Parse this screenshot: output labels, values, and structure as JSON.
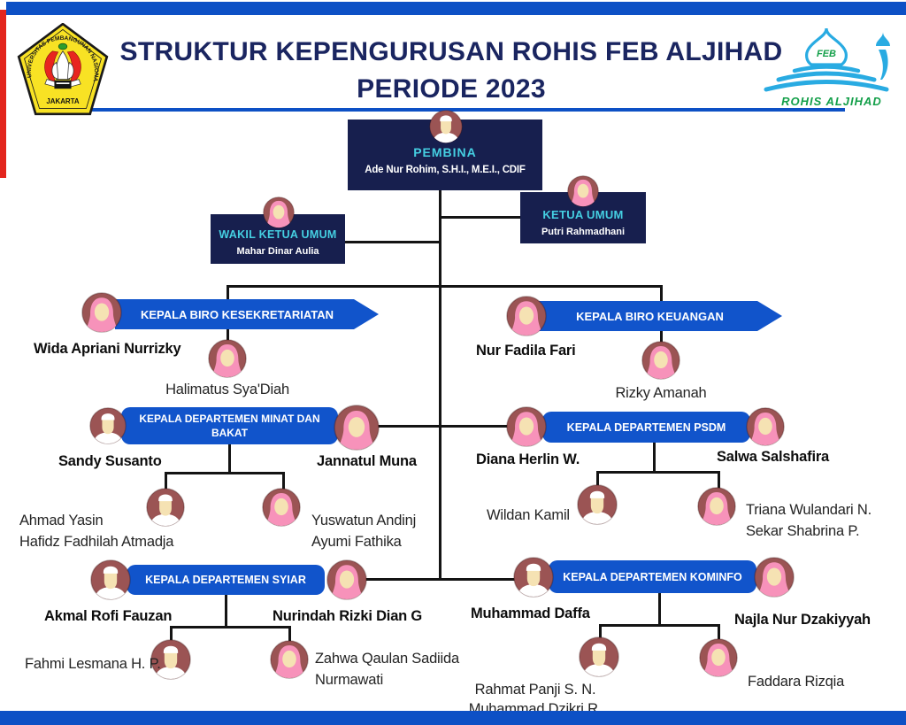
{
  "colors": {
    "accent_blue": "#0d50c5",
    "banner_blue": "#1154cb",
    "navy": "#171f4e",
    "cyan": "#45cfe2",
    "maroon": "#9b5454",
    "pink": "#f792ba",
    "cream": "#f5e2b3",
    "red_accent": "#e3251d",
    "logo_blue": "#29abe2",
    "logo_green": "#139f49",
    "upn_yellow": "#f8e224",
    "line_black": "#141414",
    "title_navy": "#1a2560"
  },
  "header": {
    "title_line1": "STRUKTUR KEPENGURUSAN ROHIS FEB ALJIHAD",
    "title_line2": "PERIODE 2023",
    "upn_logo": {
      "arc_text": "UNIVERSITAS PEMBANGUNAN NASIONAL VETERAN",
      "bottom_text": "JAKARTA"
    },
    "rohis_logo": {
      "dome_text": "FEB",
      "caption": "ROHIS ALJIHAD"
    }
  },
  "org": {
    "pembina": {
      "title": "PEMBINA",
      "name": "Ade Nur Rohim, S.H.I., M.E.I., CDIF"
    },
    "wakil_ketua": {
      "title": "WAKIL KETUA UMUM",
      "name": "Mahar Dinar Aulia"
    },
    "ketua": {
      "title": "KETUA UMUM",
      "name": "Putri Rahmadhani"
    },
    "biro": [
      {
        "banner": "KEPALA BIRO KESEKRETARIATAN",
        "head": "Wida Apriani Nurrizky",
        "staff": "Halimatus Sya'Diah"
      },
      {
        "banner": "KEPALA BIRO KEUANGAN",
        "head": "Nur Fadila Fari",
        "staff": "Rizky Amanah"
      }
    ],
    "departemen": [
      {
        "banner": "KEPALA DEPARTEMEN MINAT DAN BAKAT",
        "head_left": "Sandy Susanto",
        "head_right": "Jannatul Muna",
        "staff_left": [
          "Ahmad Yasin",
          "Hafidz Fadhilah Atmadja"
        ],
        "staff_right": [
          "Yuswatun Andinj",
          "Ayumi Fathika"
        ]
      },
      {
        "banner": "KEPALA DEPARTEMEN PSDM",
        "head_left": "Diana Herlin W.",
        "head_right": "Salwa Salshafira",
        "staff_left": [
          "Wildan Kamil"
        ],
        "staff_right": [
          "Triana Wulandari N.",
          "Sekar Shabrina P."
        ]
      },
      {
        "banner": "KEPALA DEPARTEMEN SYIAR",
        "head_left": "Akmal Rofi Fauzan",
        "head_right": "Nurindah Rizki Dian G",
        "staff_left": [
          "Fahmi Lesmana H. P."
        ],
        "staff_right": [
          "Zahwa Qaulan Sadiida",
          "Nurmawati"
        ]
      },
      {
        "banner": "KEPALA DEPARTEMEN KOMINFO",
        "head_left": "Muhammad Daffa",
        "head_right": "Najla Nur Dzakiyyah",
        "staff_left": [
          "Rahmat Panji S. N.",
          "Muhammad Dzikri R."
        ],
        "staff_right": [
          "Faddara Rizqia"
        ]
      }
    ]
  }
}
